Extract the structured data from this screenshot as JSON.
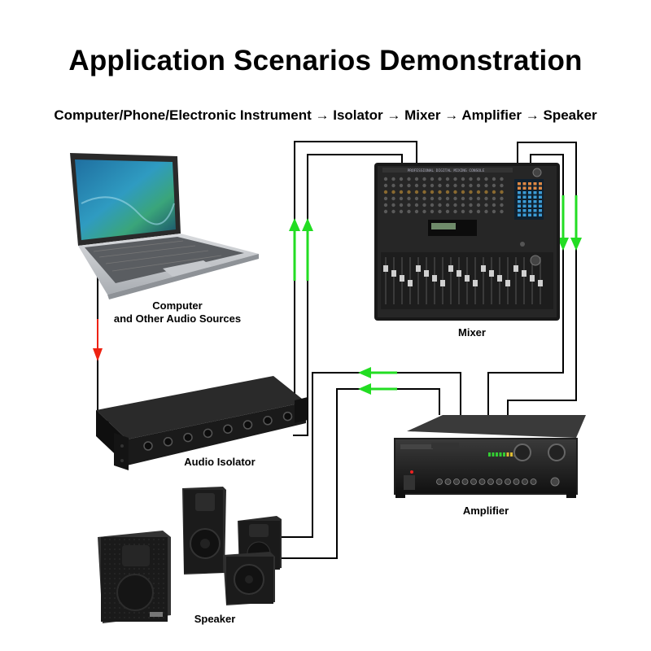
{
  "title": "Application Scenarios Demonstration",
  "flow": {
    "items": [
      "Computer/Phone/Electronic Instrument",
      "Isolator",
      "Mixer",
      "Amplifier",
      "Speaker"
    ],
    "arrow": "→"
  },
  "nodes": {
    "computer": {
      "label_line1": "Computer",
      "label_line2": "and Other Audio Sources"
    },
    "mixer": {
      "label": "Mixer",
      "panel_text": "PROFESSIONAL DIGITAL MIXING CONSOLE"
    },
    "isolator": {
      "label": "Audio Isolator"
    },
    "amplifier": {
      "label": "Amplifier"
    },
    "speaker": {
      "label": "Speaker"
    }
  },
  "colors": {
    "signal_arrow_green": "#22dd22",
    "input_arrow_red": "#ee2211",
    "cable": "#000000",
    "device_body": "#1c1c1c"
  }
}
